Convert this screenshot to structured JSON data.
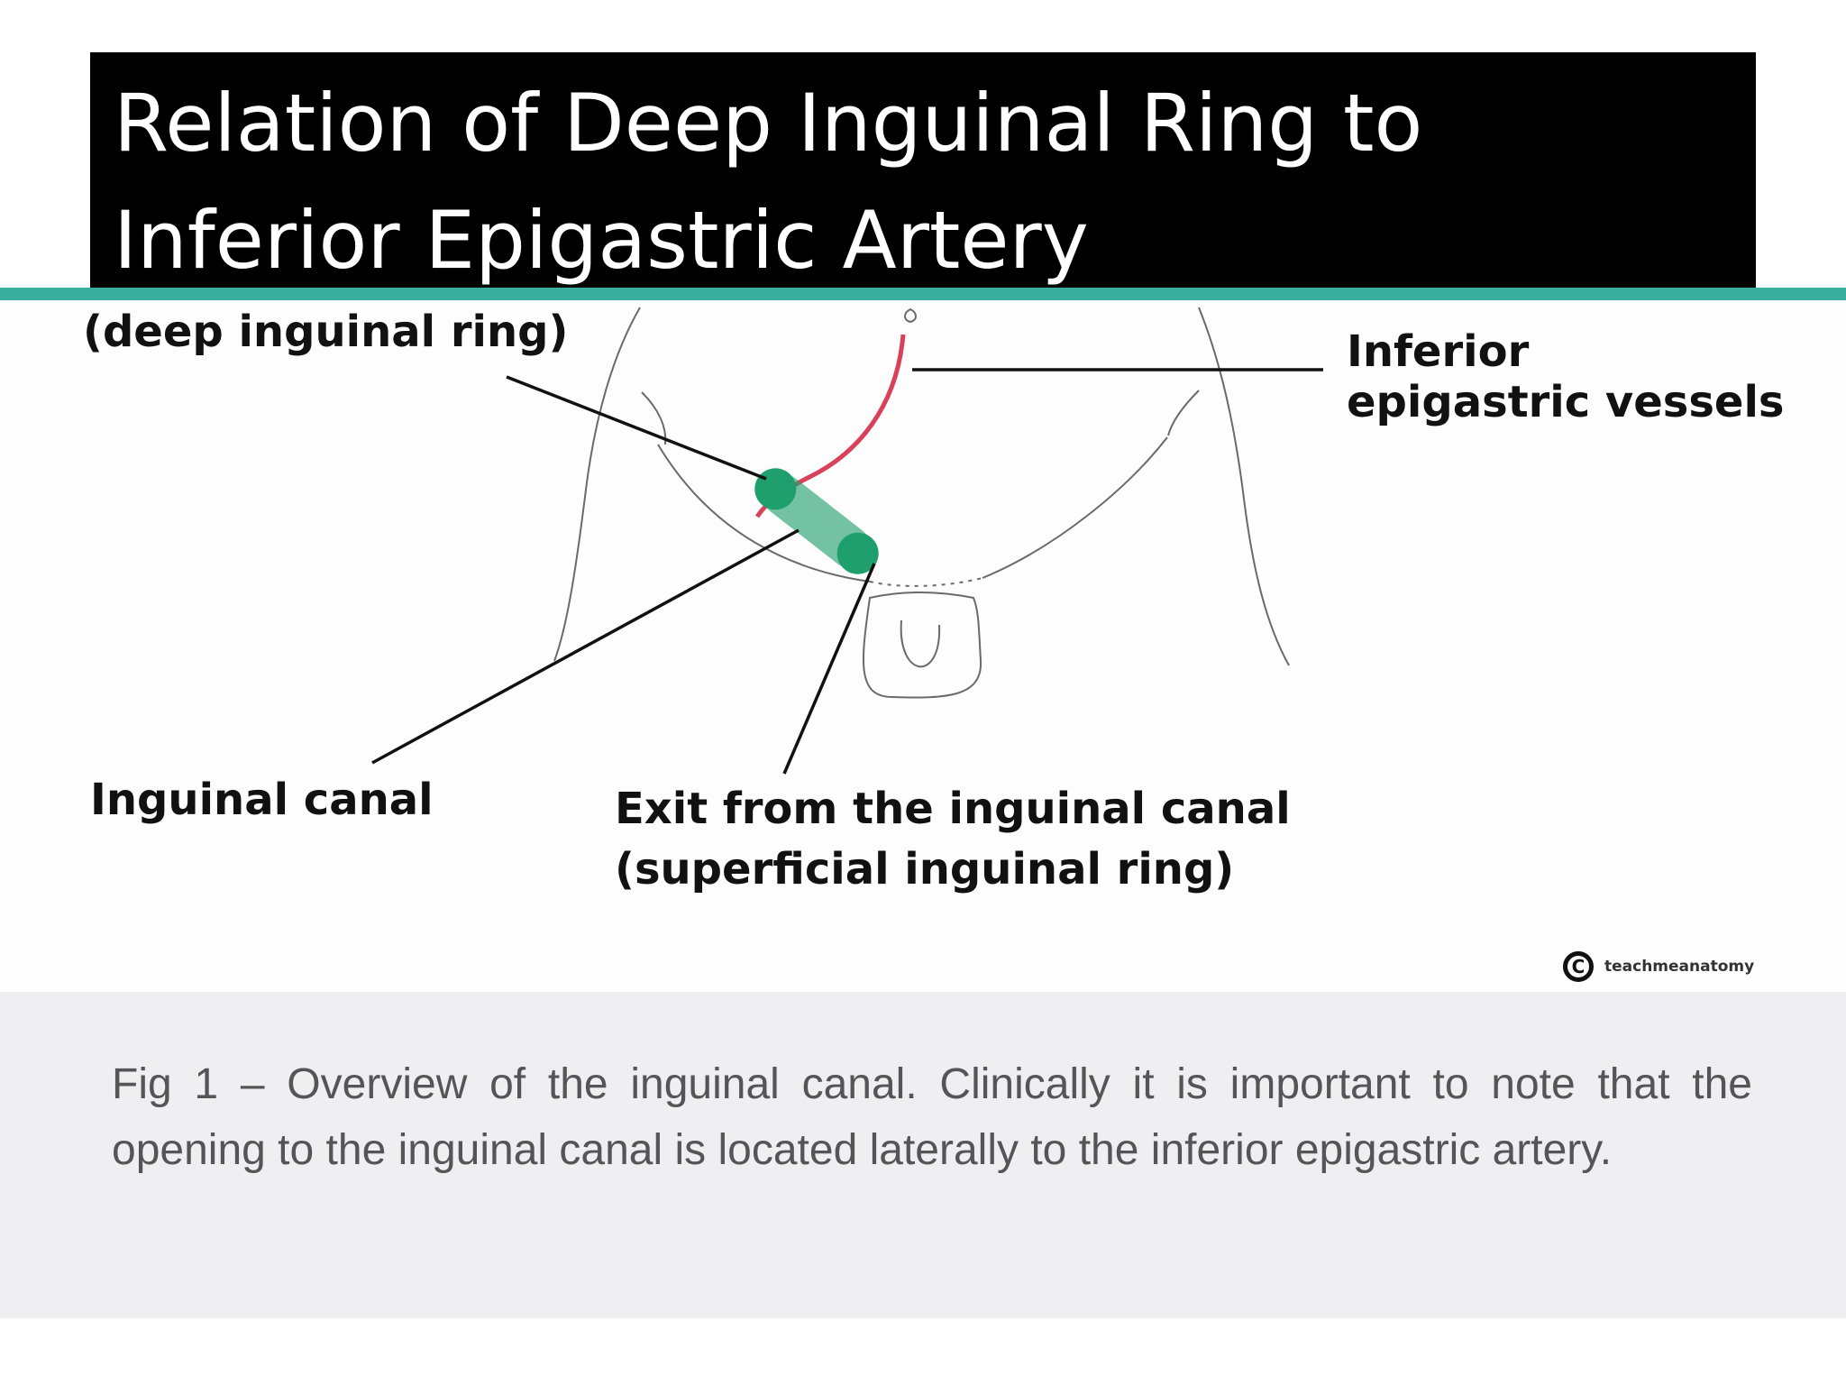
{
  "title": {
    "line1": "Relation of Deep Inguinal Ring to",
    "line2": "Inferior Epigastric Artery"
  },
  "colors": {
    "title_background": "#000000",
    "title_text": "#ffffff",
    "accent_rule": "#3aaf9f",
    "canal_green": "#1f9e6e",
    "artery_red": "#d9415a"
  },
  "diagram": {
    "labels": {
      "deep_ring": "(deep inguinal ring)",
      "vessels_line1": "Inferior",
      "vessels_line2": "epigastric vessels",
      "canal": "Inguinal canal",
      "exit_line1": "Exit from the inguinal canal",
      "exit_line2": "(superficial inguinal ring)"
    },
    "watermark": {
      "icon": "copyright-icon",
      "brand": "teachmeanatomy"
    }
  },
  "caption": {
    "text": "Fig 1 – Overview of the inguinal canal. Clinically it is important to note that the opening to the inguinal canal is located laterally to the inferior epigastric artery."
  }
}
